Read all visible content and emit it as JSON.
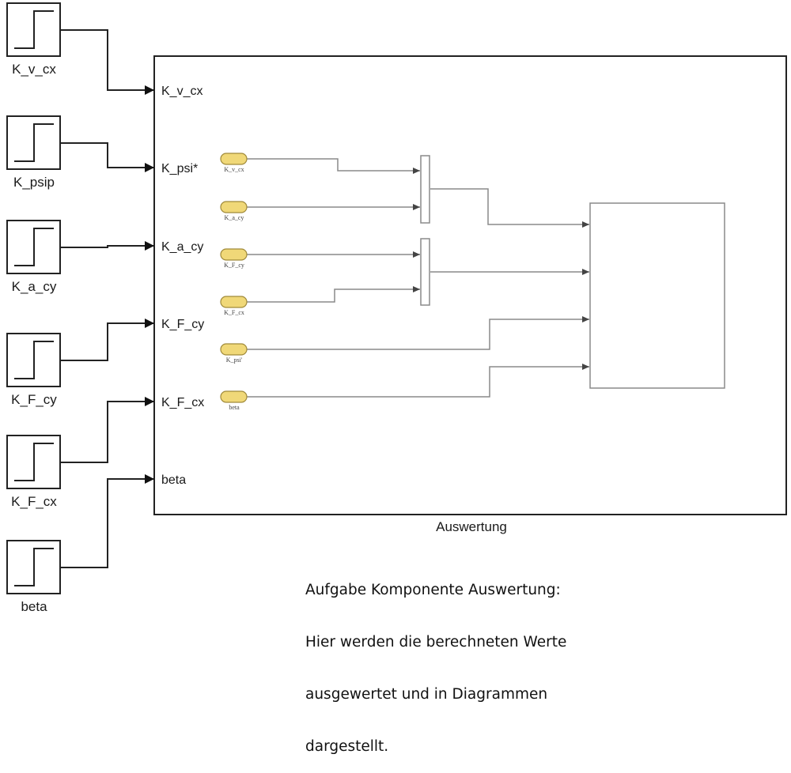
{
  "diagram": {
    "type": "simulink-model",
    "subsystem": {
      "name": "Auswertung",
      "inports": [
        "K_v_cx",
        "K_psi*",
        "K_a_cy",
        "K_F_cy",
        "K_F_cx",
        "beta"
      ]
    },
    "step_blocks": [
      {
        "label": "K_v_cx"
      },
      {
        "label": "K_psip"
      },
      {
        "label": "K_a_cy"
      },
      {
        "label": "K_F_cy"
      },
      {
        "label": "K_F_cx"
      },
      {
        "label": "beta"
      }
    ],
    "from_tags": [
      {
        "label": "K_v_cx"
      },
      {
        "label": "K_a_cy"
      },
      {
        "label": "K_F_cy"
      },
      {
        "label": "K_F_cx"
      },
      {
        "label": "K_psi'"
      },
      {
        "label": "beta"
      }
    ],
    "mux_blocks": [
      {
        "inputs": [
          "K_v_cx",
          "K_a_cy"
        ]
      },
      {
        "inputs": [
          "K_F_cy",
          "K_F_cx"
        ]
      }
    ],
    "scope": {
      "inputs": 4
    },
    "colors": {
      "tag_fill": "#f0d878",
      "tag_stroke": "#a08a3a",
      "outer_line": "#222222",
      "inner_line": "#8a8a8a"
    }
  },
  "annotation": {
    "lines": [
      "Aufgabe Komponente Auswertung:",
      "Hier werden die berechneten Werte",
      "ausgewertet und in Diagrammen",
      "dargestellt."
    ]
  }
}
